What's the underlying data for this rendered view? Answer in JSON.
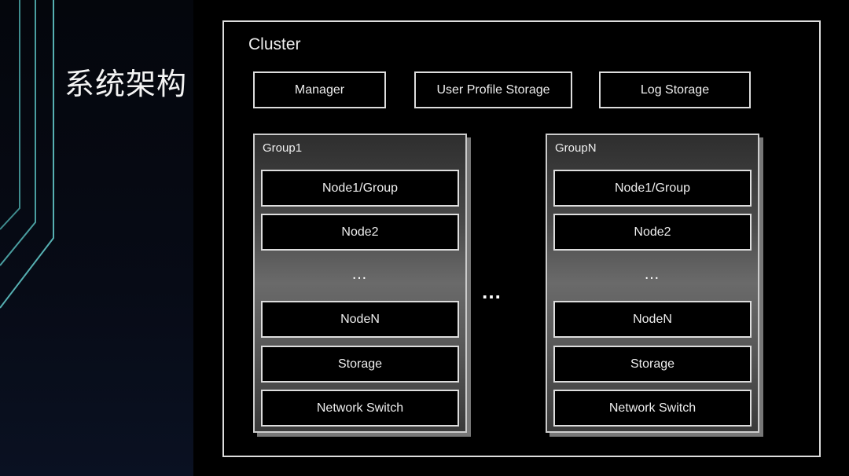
{
  "slide": {
    "title": "系统架构",
    "accent_color": "#4a9ea0"
  },
  "cluster": {
    "label": "Cluster",
    "top_services": [
      "Manager",
      "User Profile Storage",
      "Log Storage"
    ],
    "between_groups": "…",
    "groups": [
      {
        "label": "Group1",
        "nodes_top": [
          "Node1/Group",
          "Node2"
        ],
        "ellipsis": "…",
        "nodes_bottom": [
          "NodeN",
          "Storage",
          "Network Switch"
        ]
      },
      {
        "label": "GroupN",
        "nodes_top": [
          "Node1/Group",
          "Node2"
        ],
        "ellipsis": "…",
        "nodes_bottom": [
          "NodeN",
          "Storage",
          "Network Switch"
        ]
      }
    ]
  }
}
